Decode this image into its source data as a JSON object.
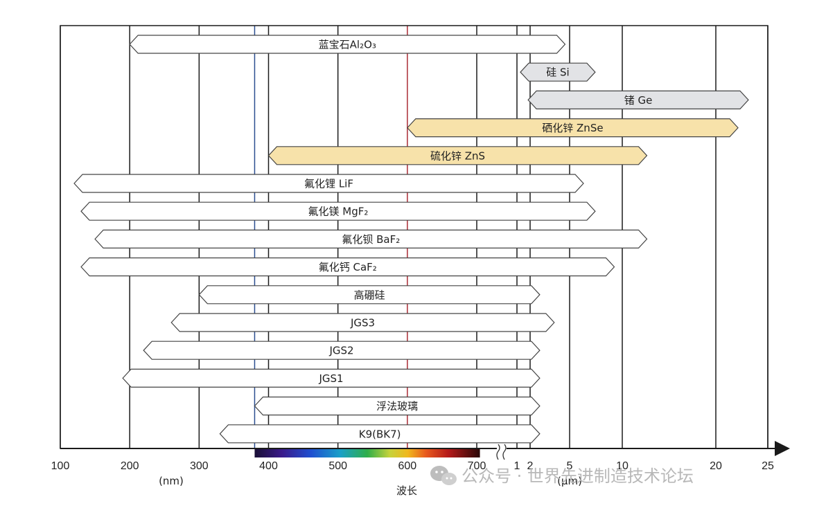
{
  "chart_data": {
    "type": "bar",
    "orientation": "horizontal-range",
    "title": "",
    "xlabel": "波长",
    "x_units": [
      "(nm)",
      "(μm)"
    ],
    "x_ticks": [
      {
        "label": "100",
        "value": 100
      },
      {
        "label": "200",
        "value": 200
      },
      {
        "label": "300",
        "value": 300
      },
      {
        "label": "400",
        "value": 400
      },
      {
        "label": "500",
        "value": 500
      },
      {
        "label": "600",
        "value": 600
      },
      {
        "label": "700",
        "value": 700
      },
      {
        "label": "1",
        "value": 1000
      },
      {
        "label": "2",
        "value": 2000
      },
      {
        "label": "5",
        "value": 5000
      },
      {
        "label": "10",
        "value": 10000
      },
      {
        "label": "20",
        "value": 20000
      },
      {
        "label": "25",
        "value": 25000
      }
    ],
    "axis_scale": "piecewise: linear 100–700 nm, log 1–25 μm",
    "grid": true,
    "reference_lines": [
      {
        "value": 380,
        "color": "#2a4d8f"
      },
      {
        "value": 600,
        "color": "#c0404a"
      }
    ],
    "categories": [
      "蓝宝石Al₂O₃",
      "硅 Si",
      "锗 Ge",
      "硒化锌 ZnSe",
      "硫化锌 ZnS",
      "氟化锂 LiF",
      "氟化镁 MgF₂",
      "氟化钡 BaF₂",
      "氟化钙 CaF₂",
      "高硼硅",
      "JGS3",
      "JGS2",
      "JGS1",
      "浮法玻璃",
      "K9(BK7)"
    ],
    "ranges": [
      {
        "name": "蓝宝石Al₂O₃",
        "start": 200,
        "end": 4500,
        "color": "#ffffff"
      },
      {
        "name": "硅 Si",
        "start": 1200,
        "end": 7000,
        "color": "#e2e3e6"
      },
      {
        "name": "锗 Ge",
        "start": 1800,
        "end": 23000,
        "color": "#e2e3e6"
      },
      {
        "name": "硒化锌 ZnSe",
        "start": 600,
        "end": 22000,
        "color": "#f7e2aa"
      },
      {
        "name": "硫化锌 ZnS",
        "start": 400,
        "end": 12000,
        "color": "#f7e2aa"
      },
      {
        "name": "氟化锂 LiF",
        "start": 120,
        "end": 6000,
        "color": "#ffffff"
      },
      {
        "name": "氟化镁 MgF₂",
        "start": 130,
        "end": 7000,
        "color": "#ffffff"
      },
      {
        "name": "氟化钡 BaF₂",
        "start": 150,
        "end": 12000,
        "color": "#ffffff"
      },
      {
        "name": "氟化钙 CaF₂",
        "start": 130,
        "end": 9000,
        "color": "#ffffff"
      },
      {
        "name": "高硼硅",
        "start": 300,
        "end": 2500,
        "color": "#ffffff"
      },
      {
        "name": "JGS3",
        "start": 260,
        "end": 3500,
        "color": "#ffffff"
      },
      {
        "name": "JGS2",
        "start": 220,
        "end": 2500,
        "color": "#ffffff"
      },
      {
        "name": "JGS1",
        "start": 190,
        "end": 2500,
        "color": "#ffffff"
      },
      {
        "name": "浮法玻璃",
        "start": 380,
        "end": 2500,
        "color": "#ffffff"
      },
      {
        "name": "K9(BK7)",
        "start": 330,
        "end": 2500,
        "color": "#ffffff"
      }
    ]
  },
  "watermark": "公众号 · 世界先进制造技术论坛"
}
